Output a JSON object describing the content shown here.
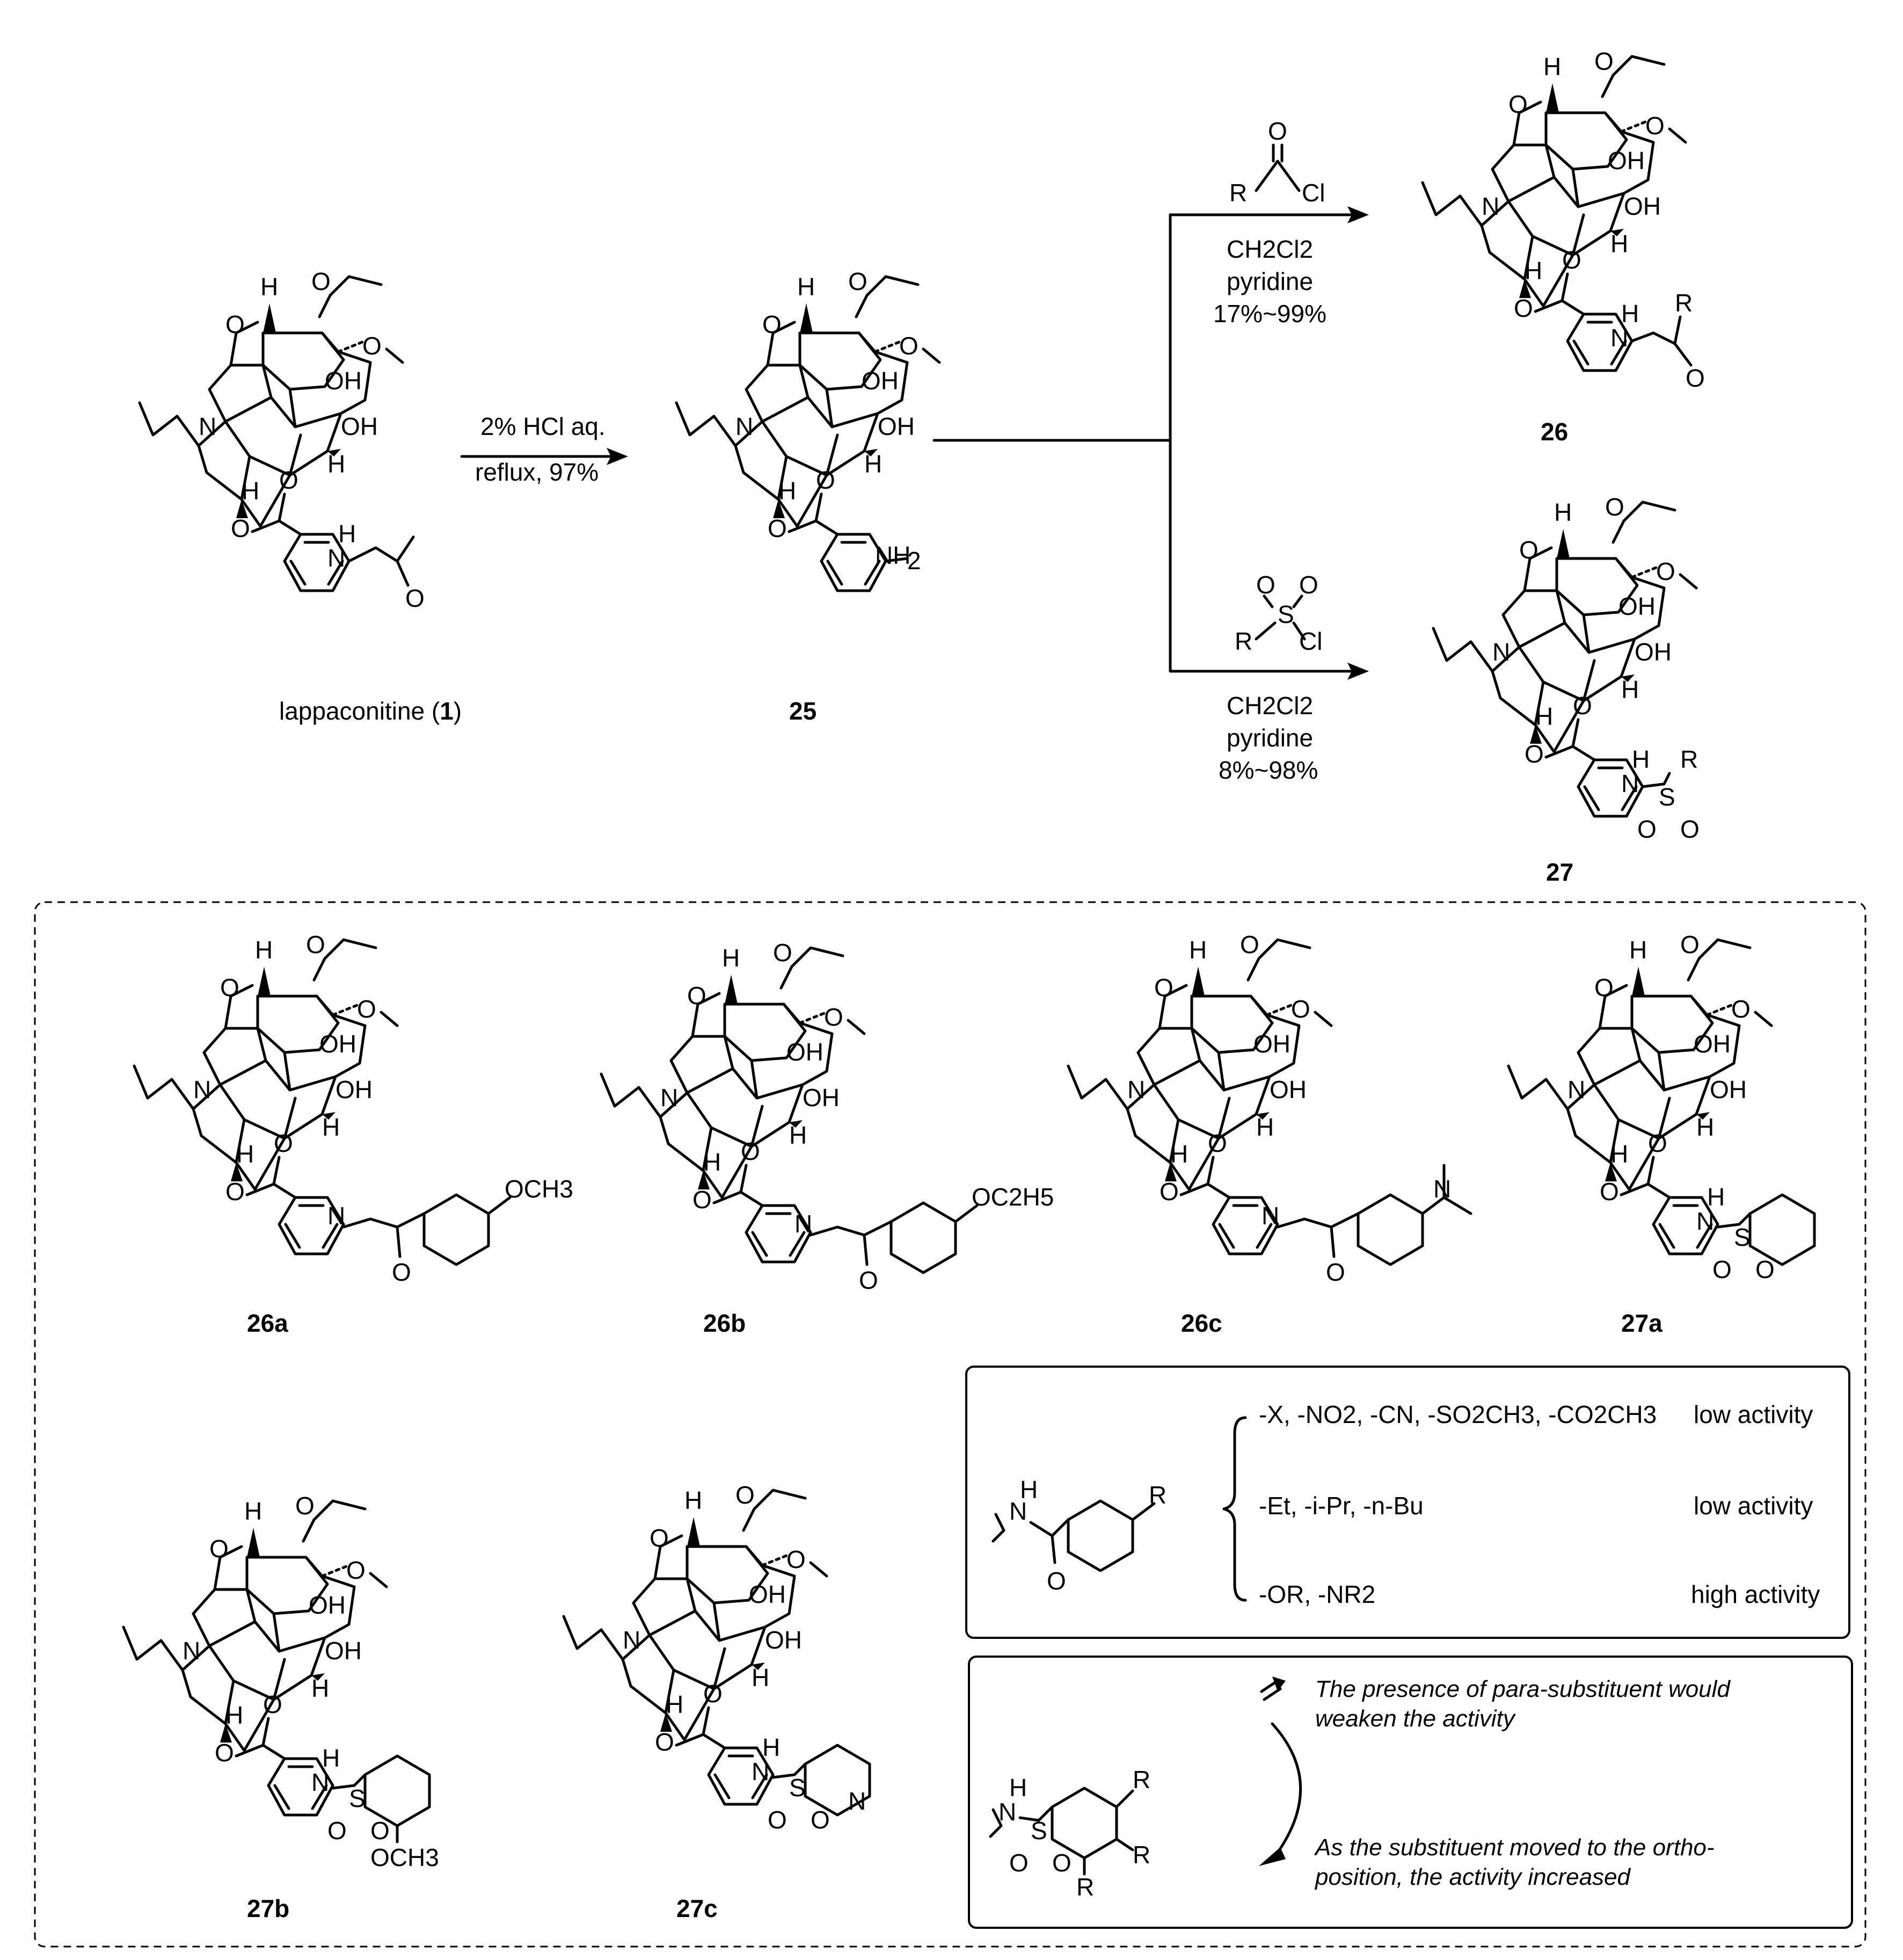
{
  "reaction": {
    "step1": {
      "line1": "2% HCl aq.",
      "line2": "reflux, 97%"
    },
    "acylation": {
      "reagent_R": "R",
      "reagent_Cl": "Cl",
      "reagent_O": "O",
      "solvent": "CH2Cl2",
      "base": "pyridine",
      "yield": "17%~99%"
    },
    "sulfonylation": {
      "reagent_R": "R",
      "reagent_S": "S",
      "reagent_Cl": "Cl",
      "reagent_O1": "O",
      "reagent_O2": "O",
      "solvent": "CH2Cl2",
      "base": "pyridine",
      "yield": "8%~98%"
    }
  },
  "compounds": {
    "lappaconitine": {
      "name": "lappaconitine (",
      "number": "1",
      "close": ")"
    },
    "c25": "25",
    "c26": "26",
    "c27": "27",
    "c26a": "26a",
    "c26b": "26b",
    "c26c": "26c",
    "c27a": "27a",
    "c27b": "27b",
    "c27c": "27c"
  },
  "atom_labels": {
    "H": "H",
    "OH": "OH",
    "N": "N",
    "O": "O",
    "NH": "NH",
    "NH2": "NH2",
    "S": "S",
    "R": "R",
    "OCH3": "OCH3",
    "OC2H5": "OC2H5"
  },
  "sar_amide": {
    "rows": [
      {
        "substituents": "-X, -NO2, -CN, -SO2CH3, -CO2CH3",
        "activity": "low activity"
      },
      {
        "substituents": "-Et, -i-Pr, -n-Bu",
        "activity": "low activity"
      },
      {
        "substituents": "-OR, -NR2",
        "activity": "high activity"
      }
    ],
    "r_label": "R"
  },
  "sar_sulfonamide": {
    "note1_line1": "The presence of para-substituent  would",
    "note1_line2": "weaken the activity",
    "note2_line1": "As the substituent moved to the ortho-",
    "note2_line2": "position, the activity increased",
    "r_label": "R"
  }
}
